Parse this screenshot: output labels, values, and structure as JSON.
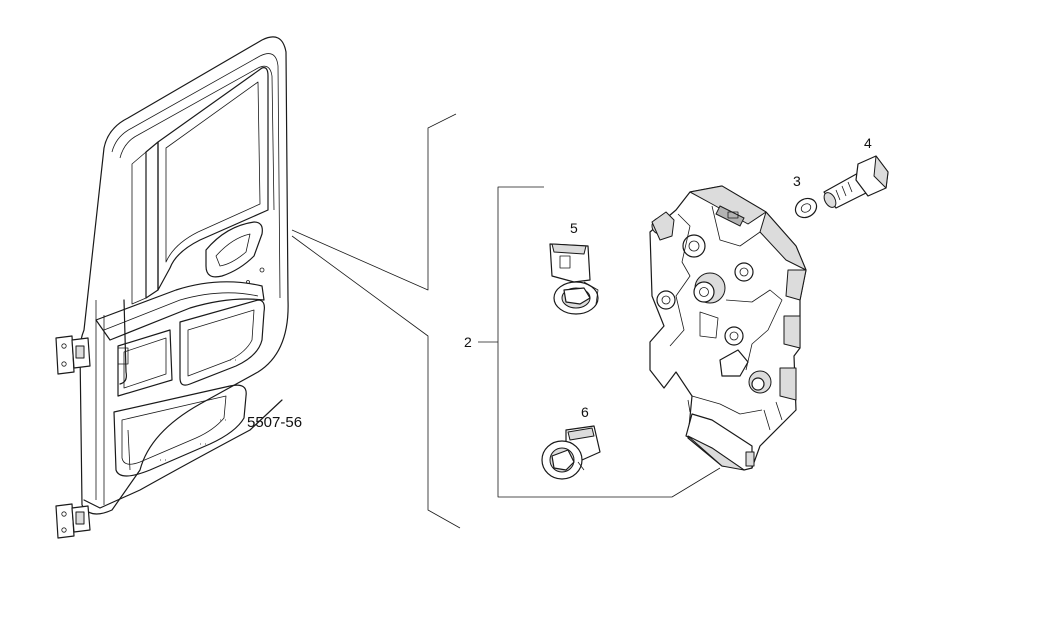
{
  "diagram": {
    "reference_code": "5507-56",
    "callouts": [
      {
        "id": "callout-2",
        "label": "2",
        "part": "door-lock-assembly"
      },
      {
        "id": "callout-3",
        "label": "3",
        "part": "washer"
      },
      {
        "id": "callout-4",
        "label": "4",
        "part": "bolt"
      },
      {
        "id": "callout-5",
        "label": "5",
        "part": "lock-actuator-5"
      },
      {
        "id": "callout-6",
        "label": "6",
        "part": "lock-actuator-6"
      }
    ]
  }
}
